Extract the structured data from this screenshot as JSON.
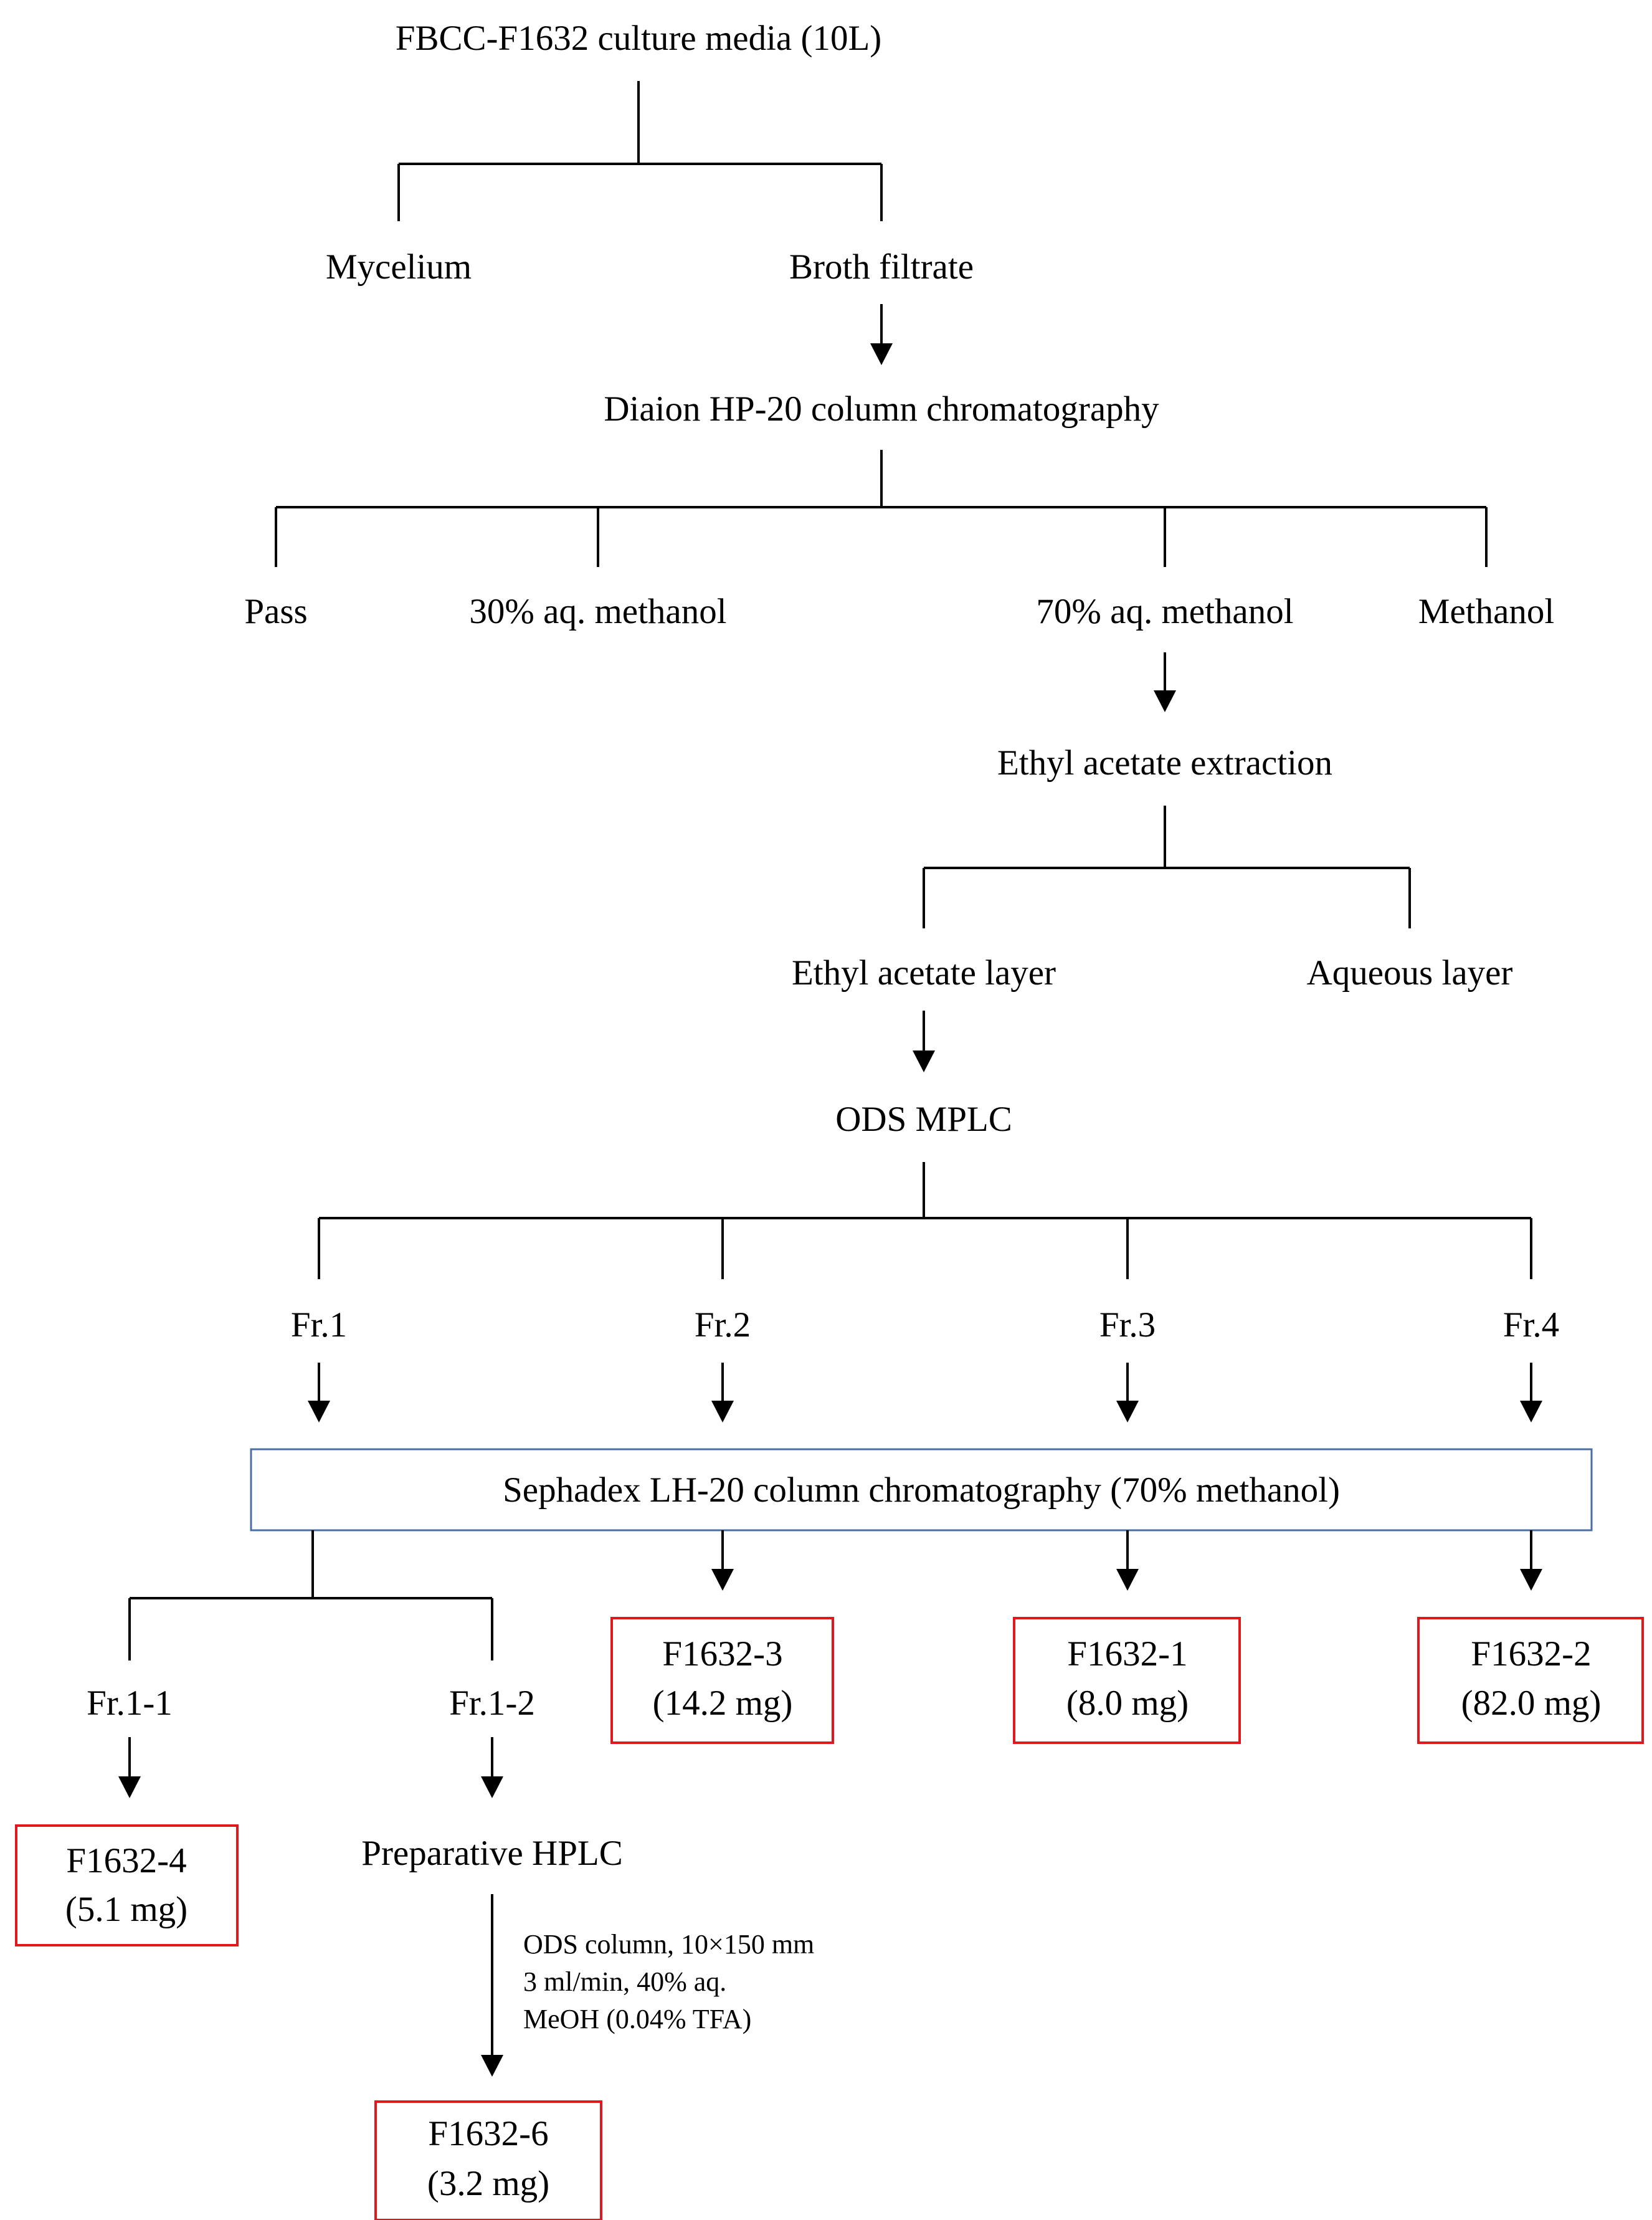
{
  "root": "FBCC-F1632 culture media (10L)",
  "split1": {
    "left": "Mycelium",
    "right": "Broth filtrate"
  },
  "hp20": "Diaion HP-20 column chromatography",
  "hp20_fractions": [
    "Pass",
    "30% aq. methanol",
    "70% aq. methanol",
    "Methanol"
  ],
  "extraction": "Ethyl acetate extraction",
  "layers": {
    "organic": "Ethyl acetate layer",
    "aqueous": "Aqueous layer"
  },
  "mplc": "ODS MPLC",
  "mplc_fractions": [
    "Fr.1",
    "Fr.2",
    "Fr.3",
    "Fr.4"
  ],
  "sephadex": "Sephadex LH-20 column chromatography (70% methanol)",
  "subfractions": [
    "Fr.1-1",
    "Fr.1-2"
  ],
  "prep_hplc": "Preparative HPLC",
  "hplc_conditions": [
    "ODS column, 10×150 mm",
    "3 ml/min, 40% aq.",
    "MeOH (0.04% TFA)"
  ],
  "compounds": {
    "f3": {
      "name": "F1632-3",
      "mass": "(14.2 mg)"
    },
    "f1": {
      "name": "F1632-1",
      "mass": "(8.0 mg)"
    },
    "f2": {
      "name": "F1632-2",
      "mass": "(82.0 mg)"
    },
    "f4": {
      "name": "F1632-4",
      "mass": "(5.1 mg)"
    },
    "f6": {
      "name": "F1632-6",
      "mass": "(3.2 mg)"
    }
  },
  "colors": {
    "line": "#000000",
    "compound_box": "#e0181e",
    "step_box": "#4a6fa5"
  }
}
